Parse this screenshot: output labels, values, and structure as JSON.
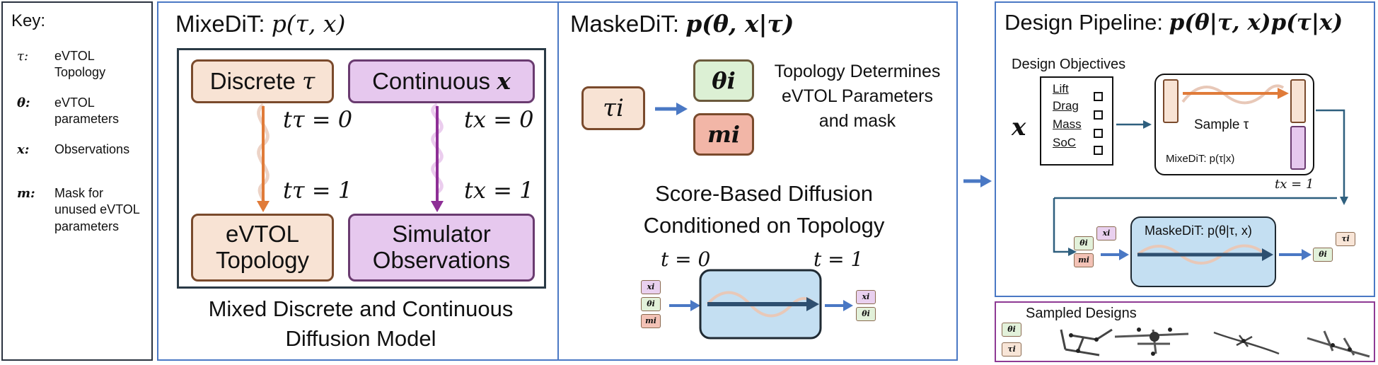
{
  "key": {
    "title": "Key:",
    "entries": [
      {
        "symbol": "τ:",
        "desc": "eVTOL Topology"
      },
      {
        "symbol": "θ:",
        "desc": "eVTOL parameters"
      },
      {
        "symbol": "x:",
        "desc": "Observations"
      },
      {
        "symbol": "m:",
        "desc": "Mask for unused eVTOL parameters"
      }
    ]
  },
  "mixedit": {
    "title_prefix": "MixeDiT: ",
    "title_math": "p(τ, x)",
    "discrete_label": "Discrete ",
    "discrete_sym": "τ",
    "continuous_label": "Continuous ",
    "continuous_sym": "x",
    "t_tau_0": "tτ = 0",
    "t_tau_1": "tτ = 1",
    "t_x_0": "tx = 0",
    "t_x_1": "tx = 1",
    "topology_box": "eVTOL Topology",
    "observations_box": "Simulator Observations",
    "caption": "Mixed Discrete and Continuous Diffusion Model"
  },
  "maskedit": {
    "title_prefix": "MaskeDiT: ",
    "title_math": "p(θ, x|τ)",
    "tau_i": "τi",
    "theta_i": "θi",
    "m_i": "mi",
    "side_text": "Topology Determines eVTOL Parameters and mask",
    "subtitle": "Score-Based Diffusion Conditioned on Topology",
    "t0": "t = 0",
    "t1": "t = 1",
    "chips_in": [
      "xi",
      "θi",
      "mi"
    ],
    "chips_out": [
      "xi",
      "θi"
    ]
  },
  "pipeline": {
    "title_prefix": "Design Pipeline: ",
    "title_math": "p(θ|τ, x)p(τ|x)",
    "objectives_label": "Design Objectives",
    "x_symbol": "x",
    "objectives": [
      "Lift",
      "Drag",
      "Mass",
      "SoC"
    ],
    "sample_label": "Sample τ",
    "mixedit_label": "MixeDiT: p(τ|x)",
    "tx1": "tx = 1",
    "maskedit_label": "MaskeDiT: p(θ|τ, x)",
    "chip_x": "xi",
    "chip_theta": "θi",
    "chip_m": "mi",
    "chip_tau_out": "τi",
    "chip_theta_out": "θi"
  },
  "samples": {
    "title": "Sampled Designs",
    "chip_theta": "θi",
    "chip_tau": "τi"
  },
  "colors": {
    "panel_border": "#4a78c4",
    "samples_border": "#8e3a94",
    "orange_arrow": "#e07b39",
    "purple_arrow": "#8e2f96",
    "blue_arrow": "#4a78c4",
    "diffusion_fill": "#c4dff2"
  }
}
